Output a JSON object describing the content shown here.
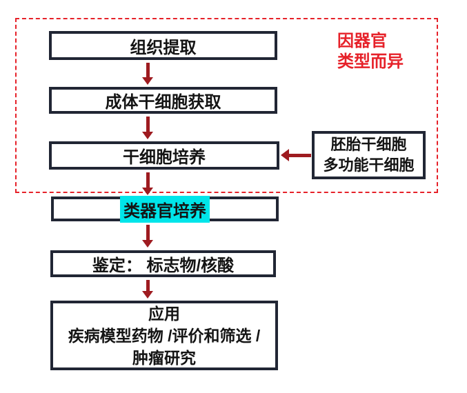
{
  "flowchart": {
    "annotation": "因器官\n类型而异",
    "steps": [
      {
        "label": "组织提取"
      },
      {
        "label": "成体干细胞获取"
      },
      {
        "label": "干细胞培养"
      },
      {
        "label": "类器官培养",
        "highlighted": true
      },
      {
        "label": "鉴定： 标志物/核酸"
      },
      {
        "label": "应用\n疾病模型药物 /评价和筛选 /\n肿瘤研究"
      }
    ],
    "side_box": {
      "label": "胚胎干细胞\n多功能干细胞"
    },
    "colors": {
      "box_border": "#212634",
      "box_text": "#141414",
      "arrow": "#9e1b20",
      "dashed_border": "#e62129",
      "annotation_text": "#e62129",
      "highlight": "#00e5ea",
      "background": "#ffffff"
    }
  }
}
